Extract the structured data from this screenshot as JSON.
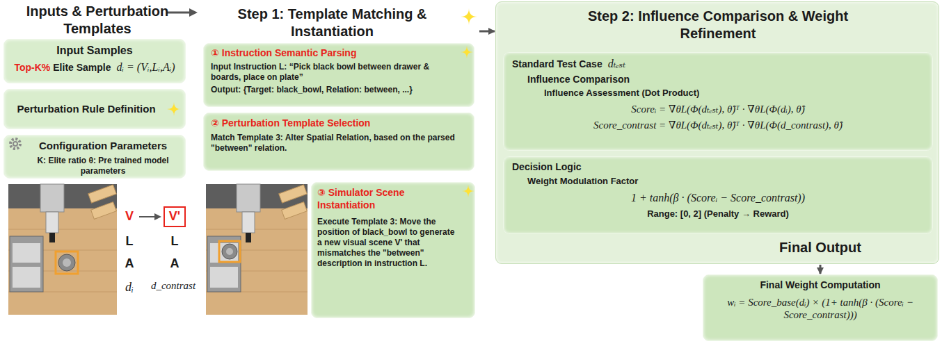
{
  "diagram": {
    "nodes": [
      {
        "text": [
          "Input Samples",
          "Top-K%",
          "Elite Sample",
          "dᵢ = (Vᵢ,Lᵢ,Aᵢ)"
        ]
      },
      {
        "text": [
          "Perturbation Rule Definition"
        ]
      },
      {
        "text": [
          "Configuration Parameters",
          "K: Elite ratio θ: Pre trained model parameters"
        ]
      },
      {
        "text": [
          "Step 1: Template Matching & Instantiation"
        ]
      },
      {
        "text": [
          "① Instruction Semantic Parsing",
          "Input Instruction L: “Pick black bowl between drawer & boards, place on plate”",
          "Output: {Target: black_bowl, Relation: between, ...}"
        ],
        "in": 3
      },
      {
        "text": [
          "② Perturbation Template Selection",
          "Match Template 3: Alter Spatial Relation, based on the parsed \"between\" relation."
        ],
        "in": 3
      },
      {
        "text": [
          "③ Simulator Scene Instantiation",
          "Execute Template 3: Move the position of black_bowl to generate a new visual scene V' that mismatches the \"between\" description in instruction L."
        ],
        "in": 3
      },
      {
        "text": [
          "Step 2: Influence Comparison & Weight Refinement"
        ]
      },
      {
        "text": [
          "Standard Test Case",
          "dₜₑₛₜ",
          "Influence Comparison",
          "Influence Assessment (Dot Product)",
          "Scoreᵢ = ∇θL(Φ(dₜₑₛₜ), θ̂)ᵀ · ∇θL(Φ(dᵢ), θ̂)",
          "Score_contrast = ∇θL(Φ(dₜₑₛₜ), θ̂)ᵀ · ∇θL(Φ(d_contrast), θ̂)"
        ],
        "in": 7
      },
      {
        "text": [
          "Decision Logic",
          "Weight Modulation Factor",
          "1 + tanh(β · (Scoreᵢ − Score_contrast))",
          "Range: [0, 2] (Penalty → Reward)"
        ],
        "in": 7
      },
      {
        "text": [
          "Final Weight Computation",
          "wᵢ = Score_base(dᵢ) × (1+ tanh(β · (Scoreᵢ − Score_contrast)))"
        ]
      }
    ],
    "edges": [
      {
        "from": 3,
        "to": 7,
        "arrow": "to"
      },
      {
        "from": 7,
        "to": 10,
        "arrow": "to"
      }
    ],
    "labels": [
      "Inputs & Perturbation Templates",
      "V",
      "V'",
      "L",
      "A",
      "dᵢ",
      "L",
      "A",
      "d_contrast",
      "Final Output"
    ]
  }
}
